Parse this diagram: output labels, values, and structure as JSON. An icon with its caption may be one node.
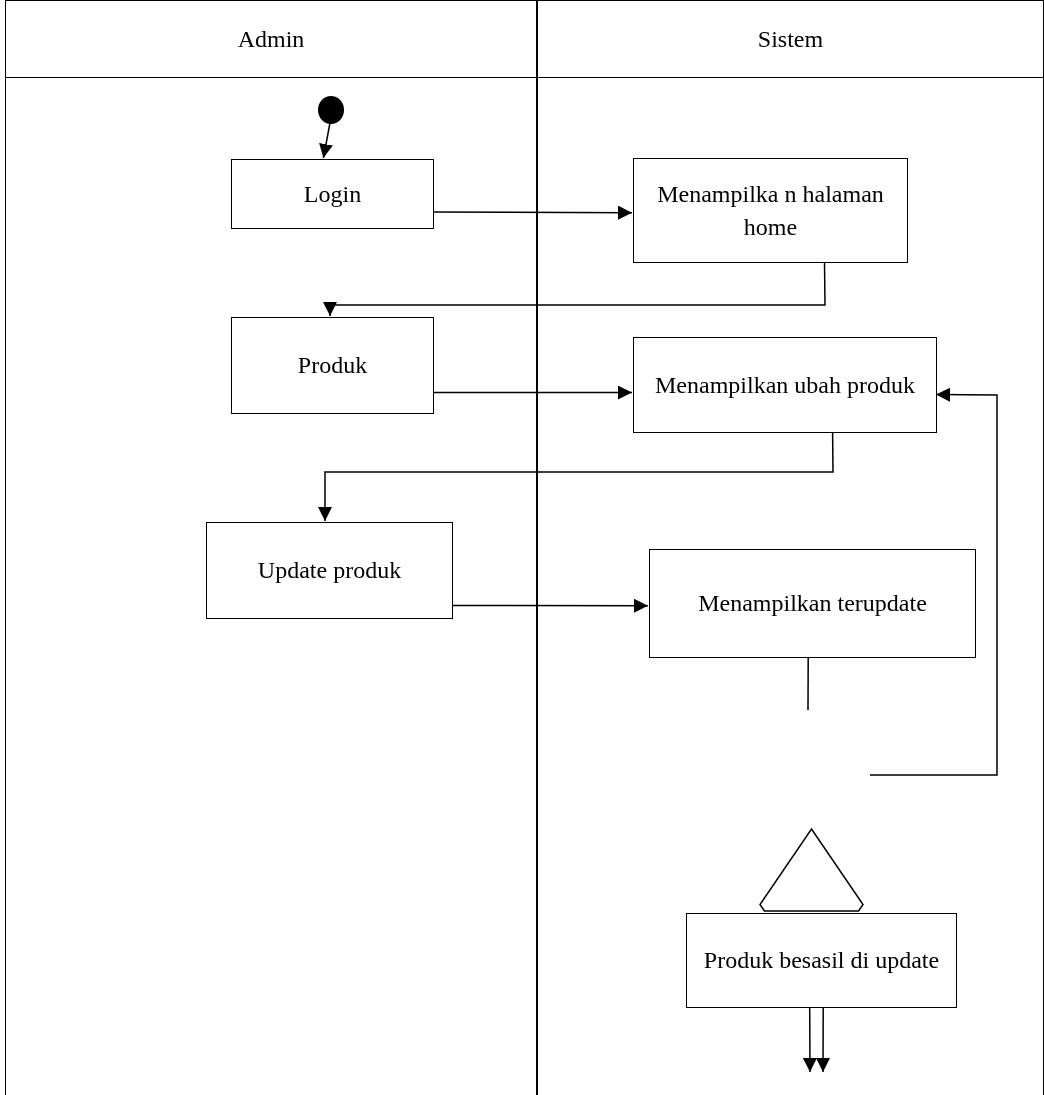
{
  "diagram": {
    "nodes": [
      {
        "text": [
          "Admin"
        ]
      },
      {
        "text": [
          "Sistem"
        ]
      },
      {
        "text": [],
        "shape": "circle",
        "in": 0
      },
      {
        "text": [
          "Login"
        ],
        "in": 0
      },
      {
        "text": [
          "Menampilka n halaman home"
        ],
        "in": 1
      },
      {
        "text": [
          "Produk"
        ],
        "in": 0
      },
      {
        "text": [
          "Menampilkan ubah produk"
        ],
        "in": 1
      },
      {
        "text": [
          "Update produk"
        ],
        "in": 0
      },
      {
        "text": [
          "Menampilkan terupdate"
        ],
        "in": 1
      },
      {
        "text": [],
        "shape": "diamond",
        "in": 1
      },
      {
        "text": [
          "Produk besasil di update"
        ],
        "in": 1
      }
    ],
    "edges": [
      {
        "from": 2,
        "to": 3,
        "arrow": "to"
      },
      {
        "from": 3,
        "to": 4,
        "arrow": "to"
      },
      {
        "from": 4,
        "to": 5,
        "arrow": "to"
      },
      {
        "from": 5,
        "to": 6,
        "arrow": "to"
      },
      {
        "from": 6,
        "to": 7,
        "arrow": "to"
      },
      {
        "from": 7,
        "to": 8,
        "arrow": "to"
      },
      {
        "from": 8,
        "to": null,
        "arrow": "none"
      },
      {
        "from": null,
        "to": 6,
        "arrow": "to"
      },
      {
        "from": 10,
        "to": null,
        "arrow": "to"
      },
      {
        "from": 10,
        "to": null,
        "arrow": "to"
      }
    ]
  }
}
